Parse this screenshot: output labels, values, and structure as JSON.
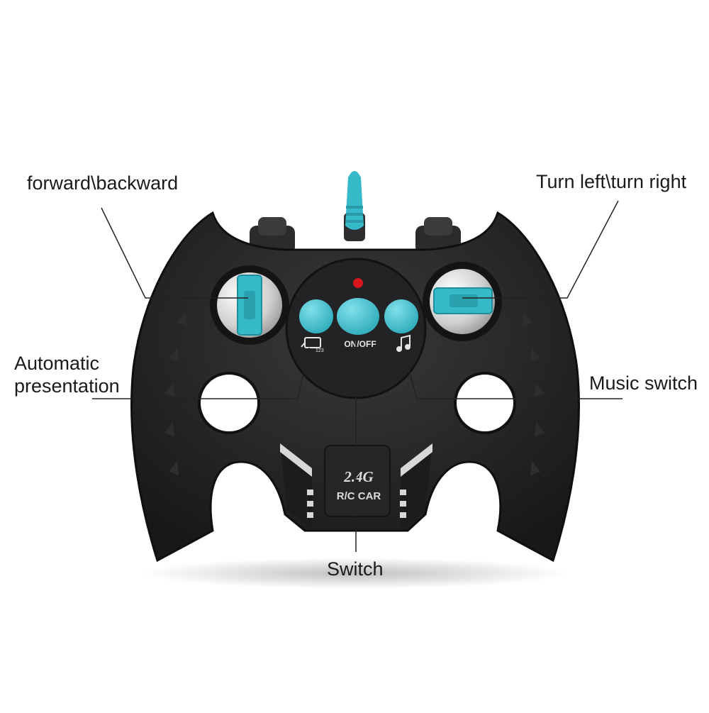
{
  "labels": {
    "forward_backward": "forward\\backward",
    "turn_left_right": "Turn left\\turn right",
    "automatic_presentation": "Automatic presentation",
    "music_switch": "Music switch",
    "switch": "Switch"
  },
  "device_text": {
    "on_off": "ON/OFF",
    "band": "2.4G",
    "rc_car": "R/C CAR",
    "mode_sub": "123"
  },
  "colors": {
    "body": "#1f1f21",
    "accent": "#36b9c9",
    "chrome": "#d8d8d8",
    "led": "#d6161b"
  },
  "icons": [
    "antenna-icon",
    "led-indicator-icon",
    "demo-mode-icon",
    "music-note-icon"
  ]
}
